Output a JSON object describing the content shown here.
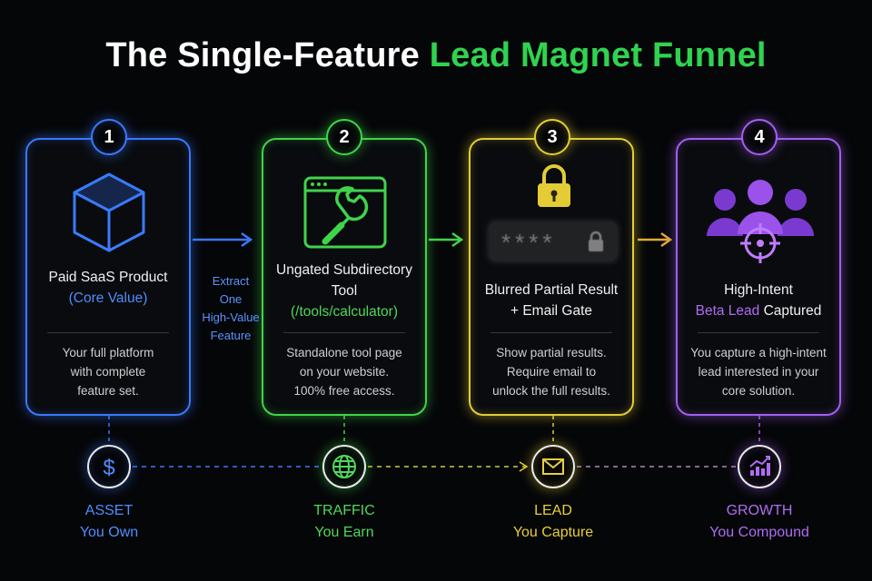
{
  "title": {
    "part1": "The Single-Feature",
    "part2": "Lead Magnet Funnel"
  },
  "steps": [
    {
      "number": "1",
      "head_line1": "Paid SaaS Product",
      "head_line2": "(Core Value)",
      "desc": [
        "Your full platform",
        "with complete",
        "feature set."
      ],
      "color": "#3a78ff",
      "icon": "cube-icon"
    },
    {
      "number": "2",
      "head_line1": "Ungated Subdirectory",
      "head_line1b": "Tool",
      "head_line2": "(/tools/calculator)",
      "desc": [
        "Standalone tool page",
        "on your website.",
        "100% free access."
      ],
      "color": "#3fd44a",
      "icon": "wrench-browser-icon"
    },
    {
      "number": "3",
      "head_line1": "Blurred Partial Result",
      "head_line1b": "+ Email Gate",
      "desc": [
        "Show partial results.",
        "Require email to",
        "unlock the full results."
      ],
      "color": "#e3cc35",
      "icon": "lock-icon",
      "masked": "****"
    },
    {
      "number": "4",
      "head_line1": "High-Intent",
      "head_line2a": "Beta Lead",
      "head_line2b": "Captured",
      "desc": [
        "You capture a high-intent",
        "lead interested in your",
        "core solution."
      ],
      "color": "#a35ef0",
      "icon": "users-target-icon"
    }
  ],
  "connector": {
    "lines": [
      "Extract",
      "One",
      "High-Value",
      "Feature"
    ]
  },
  "bottom": [
    {
      "label": "ASSET",
      "sub": "You Own",
      "icon": "dollar-icon",
      "color": "#3a78ff"
    },
    {
      "label": "TRAFFIC",
      "sub": "You Earn",
      "icon": "globe-icon",
      "color": "#3fd44a"
    },
    {
      "label": "LEAD",
      "sub": "You Capture",
      "icon": "envelope-icon",
      "color": "#e3cc35"
    },
    {
      "label": "GROWTH",
      "sub": "You Compound",
      "icon": "chart-growth-icon",
      "color": "#a35ef0"
    }
  ]
}
